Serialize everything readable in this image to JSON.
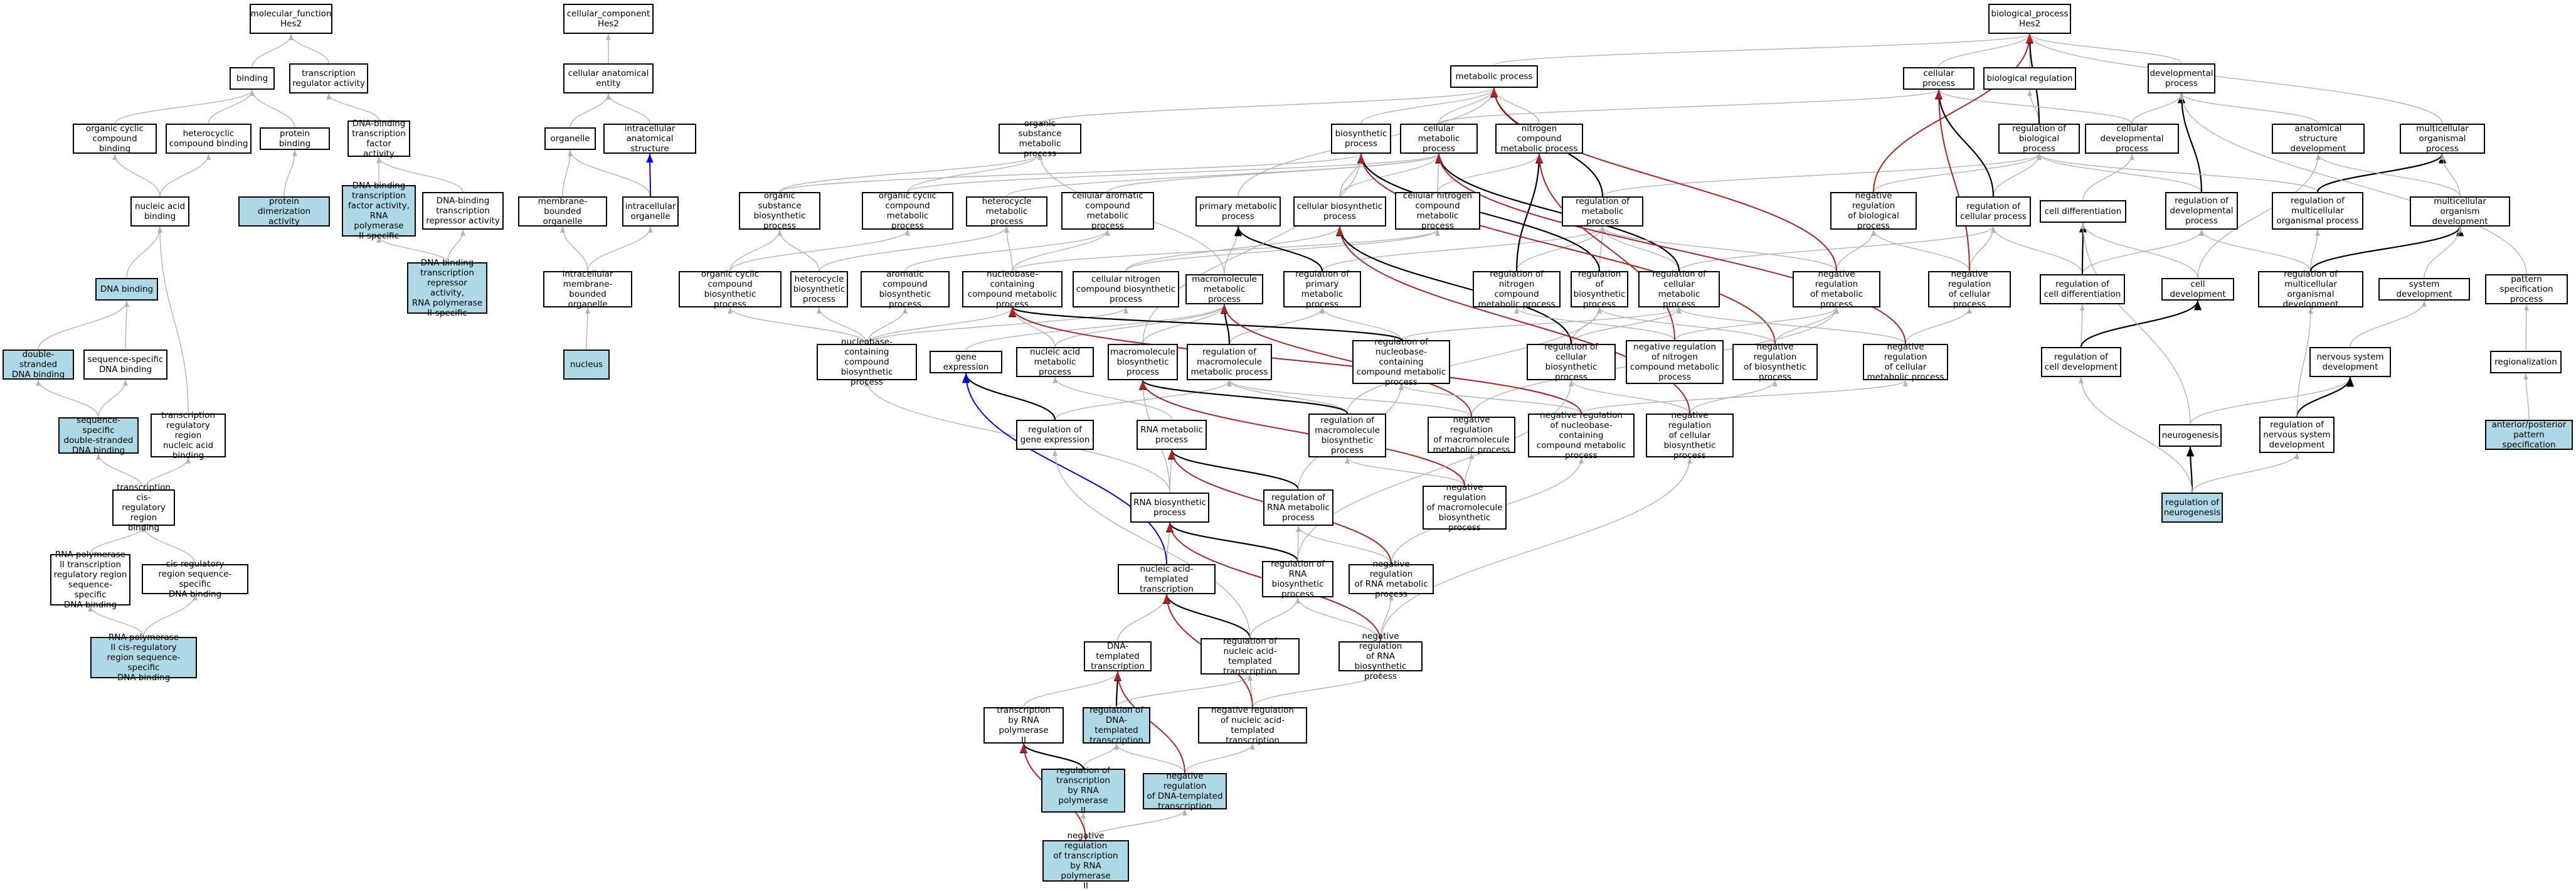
{
  "colors": {
    "highlight": "#add8e6",
    "is_a": "#b3b3b3",
    "part_of": "#000000",
    "regulates": "#000000",
    "positively_regulates": "#0000ff",
    "negatively_regulates": "#b22222"
  },
  "nodes": [
    {
      "id": "mf",
      "label": "molecular_function\nHes2",
      "hl": false
    },
    {
      "id": "binding",
      "label": "binding",
      "hl": false
    },
    {
      "id": "trans_reg_act",
      "label": "transcription\nregulator activity",
      "hl": false
    },
    {
      "id": "org_cyc_bind",
      "label": "organic cyclic\ncompound binding",
      "hl": false
    },
    {
      "id": "hetero_bind",
      "label": "heterocyclic\ncompound binding",
      "hl": false
    },
    {
      "id": "prot_bind",
      "label": "protein binding",
      "hl": false
    },
    {
      "id": "dbtf",
      "label": "DNA-binding\ntranscription\nfactor activity",
      "hl": false
    },
    {
      "id": "na_bind",
      "label": "nucleic acid\nbinding",
      "hl": false
    },
    {
      "id": "prot_dimer",
      "label": "protein dimerization\nactivity",
      "hl": true
    },
    {
      "id": "dbtf_pol2",
      "label": "DNA-binding\ntranscription\nfactor activity,\nRNA polymerase\nII-specific",
      "hl": true
    },
    {
      "id": "dbtr",
      "label": "DNA-binding\ntranscription\nrepressor activity",
      "hl": false
    },
    {
      "id": "dbtr_pol2",
      "label": "DNA-binding\ntranscription\nrepressor activity,\nRNA polymerase\nII-specific",
      "hl": true
    },
    {
      "id": "dna_bind",
      "label": "DNA binding",
      "hl": true
    },
    {
      "id": "ds_dna",
      "label": "double-stranded\nDNA binding",
      "hl": true
    },
    {
      "id": "ss_dna",
      "label": "sequence-specific\nDNA binding",
      "hl": false
    },
    {
      "id": "ssds_dna",
      "label": "sequence-specific\ndouble-stranded\nDNA binding",
      "hl": true
    },
    {
      "id": "trr_na",
      "label": "transcription\nregulatory region\nnucleic acid\nbinding",
      "hl": false
    },
    {
      "id": "tcis",
      "label": "transcription\ncis-regulatory\nregion binding",
      "hl": false
    },
    {
      "id": "pol2_trr",
      "label": "RNA polymerase\nII transcription\nregulatory region\nsequence-specific\nDNA binding",
      "hl": false
    },
    {
      "id": "cis_ss",
      "label": "cis-regulatory\nregion sequence-specific\nDNA binding",
      "hl": false
    },
    {
      "id": "pol2_cis",
      "label": "RNA polymerase\nII cis-regulatory\nregion sequence-specific\nDNA binding",
      "hl": true
    },
    {
      "id": "cc",
      "label": "cellular_component\nHes2",
      "hl": false
    },
    {
      "id": "cae",
      "label": "cellular anatomical\nentity",
      "hl": false
    },
    {
      "id": "organelle",
      "label": "organelle",
      "hl": false
    },
    {
      "id": "ias",
      "label": "intracellular\nanatomical structure",
      "hl": false
    },
    {
      "id": "mbo",
      "label": "membrane-bounded\norganelle",
      "hl": false
    },
    {
      "id": "io",
      "label": "intracellular\norganelle",
      "hl": false
    },
    {
      "id": "imbo",
      "label": "intracellular\nmembrane-bounded\norganelle",
      "hl": false
    },
    {
      "id": "nucleus",
      "label": "nucleus",
      "hl": true
    },
    {
      "id": "bp",
      "label": "biological_process\nHes2",
      "hl": false
    },
    {
      "id": "metab",
      "label": "metabolic process",
      "hl": false
    },
    {
      "id": "cell_proc",
      "label": "cellular process",
      "hl": false
    },
    {
      "id": "bio_reg",
      "label": "biological regulation",
      "hl": false
    },
    {
      "id": "dev_proc",
      "label": "developmental\nprocess",
      "hl": false
    },
    {
      "id": "osm",
      "label": "organic substance\nmetabolic process",
      "hl": false
    },
    {
      "id": "biosyn",
      "label": "biosynthetic\nprocess",
      "hl": false
    },
    {
      "id": "cell_metab",
      "label": "cellular metabolic\nprocess",
      "hl": false
    },
    {
      "id": "ncm",
      "label": "nitrogen compound\nmetabolic process",
      "hl": false
    },
    {
      "id": "rbp",
      "label": "regulation of\nbiological process",
      "hl": false
    },
    {
      "id": "cdp",
      "label": "cellular developmental\nprocess",
      "hl": false
    },
    {
      "id": "asd",
      "label": "anatomical structure\ndevelopment",
      "hl": false
    },
    {
      "id": "mop",
      "label": "multicellular\norganismal process",
      "hl": false
    },
    {
      "id": "osb",
      "label": "organic substance\nbiosynthetic\nprocess",
      "hl": false
    },
    {
      "id": "occm",
      "label": "organic cyclic\ncompound metabolic\nprocess",
      "hl": false
    },
    {
      "id": "hcm",
      "label": "heterocycle\nmetabolic process",
      "hl": false
    },
    {
      "id": "cacm",
      "label": "cellular aromatic\ncompound metabolic\nprocess",
      "hl": false
    },
    {
      "id": "pmp",
      "label": "primary metabolic\nprocess",
      "hl": false
    },
    {
      "id": "cbp",
      "label": "cellular biosynthetic\nprocess",
      "hl": false
    },
    {
      "id": "cncm",
      "label": "cellular nitrogen\ncompound metabolic\nprocess",
      "hl": false
    },
    {
      "id": "reg_metab",
      "label": "regulation of\nmetabolic process",
      "hl": false
    },
    {
      "id": "nrbp",
      "label": "negative regulation\nof biological\nprocess",
      "hl": false
    },
    {
      "id": "rcp",
      "label": "regulation of\ncellular process",
      "hl": false
    },
    {
      "id": "cell_diff",
      "label": "cell differentiation",
      "hl": false
    },
    {
      "id": "rdp",
      "label": "regulation of\ndevelopmental\nprocess",
      "hl": false
    },
    {
      "id": "rmop",
      "label": "regulation of\nmulticellular\norganismal process",
      "hl": false
    },
    {
      "id": "mod",
      "label": "multicellular\norganism development",
      "hl": false
    },
    {
      "id": "occb",
      "label": "organic cyclic\ncompound biosynthetic\nprocess",
      "hl": false
    },
    {
      "id": "hcb",
      "label": "heterocycle\nbiosynthetic\nprocess",
      "hl": false
    },
    {
      "id": "acb",
      "label": "aromatic compound\nbiosynthetic\nprocess",
      "hl": false
    },
    {
      "id": "nccm",
      "label": "nucleobase-containing\ncompound metabolic\nprocess",
      "hl": false
    },
    {
      "id": "cncb",
      "label": "cellular nitrogen\ncompound biosynthetic\nprocess",
      "hl": false
    },
    {
      "id": "mmp",
      "label": "macromolecule\nmetabolic process",
      "hl": false
    },
    {
      "id": "rpmp",
      "label": "regulation of\nprimary metabolic\nprocess",
      "hl": false
    },
    {
      "id": "rncm",
      "label": "regulation of\nnitrogen compound\nmetabolic process",
      "hl": false
    },
    {
      "id": "rbsp",
      "label": "regulation of\nbiosynthetic\nprocess",
      "hl": false
    },
    {
      "id": "rcmp",
      "label": "regulation of\ncellular metabolic\nprocess",
      "hl": false
    },
    {
      "id": "nrmp",
      "label": "negative regulation\nof metabolic\nprocess",
      "hl": false
    },
    {
      "id": "nrcp",
      "label": "negative regulation\nof cellular\nprocess",
      "hl": false
    },
    {
      "id": "rcd",
      "label": "regulation of\ncell differentiation",
      "hl": false
    },
    {
      "id": "cell_dev",
      "label": "cell development",
      "hl": false
    },
    {
      "id": "rmod",
      "label": "regulation of\nmulticellular\norganismal development",
      "hl": false
    },
    {
      "id": "sys_dev",
      "label": "system development",
      "hl": false
    },
    {
      "id": "psp",
      "label": "pattern specification\nprocess",
      "hl": false
    },
    {
      "id": "nccb",
      "label": "nucleobase-containing\ncompound biosynthetic\nprocess",
      "hl": false
    },
    {
      "id": "gene_exp",
      "label": "gene expression",
      "hl": false
    },
    {
      "id": "namp",
      "label": "nucleic acid\nmetabolic process",
      "hl": false
    },
    {
      "id": "mbsp",
      "label": "macromolecule\nbiosynthetic\nprocess",
      "hl": false
    },
    {
      "id": "rmmp",
      "label": "regulation of\nmacromolecule\nmetabolic process",
      "hl": false
    },
    {
      "id": "rnccm",
      "label": "regulation of\nnucleobase-containing\ncompound metabolic\nprocess",
      "hl": false
    },
    {
      "id": "rcbp",
      "label": "regulation of\ncellular biosynthetic\nprocess",
      "hl": false
    },
    {
      "id": "nrncm",
      "label": "negative regulation\nof nitrogen\ncompound metabolic\nprocess",
      "hl": false
    },
    {
      "id": "nrbsp",
      "label": "negative regulation\nof biosynthetic\nprocess",
      "hl": false
    },
    {
      "id": "nrcmp",
      "label": "negative regulation\nof cellular\nmetabolic process",
      "hl": false
    },
    {
      "id": "rcdev",
      "label": "regulation of\ncell development",
      "hl": false
    },
    {
      "id": "nsd",
      "label": "nervous system\ndevelopment",
      "hl": false
    },
    {
      "id": "regionalization",
      "label": "regionalization",
      "hl": false
    },
    {
      "id": "rge",
      "label": "regulation of\ngene expression",
      "hl": false
    },
    {
      "id": "rna_mp",
      "label": "RNA metabolic\nprocess",
      "hl": false
    },
    {
      "id": "rmbsp",
      "label": "regulation of\nmacromolecule\nbiosynthetic\nprocess",
      "hl": false
    },
    {
      "id": "nrmmp",
      "label": "negative regulation\nof macromolecule\nmetabolic process",
      "hl": false
    },
    {
      "id": "nrnccm",
      "label": "negative regulation\nof nucleobase-containing\ncompound metabolic\nprocess",
      "hl": false
    },
    {
      "id": "nrcbp",
      "label": "negative regulation\nof cellular\nbiosynthetic\nprocess",
      "hl": false
    },
    {
      "id": "neurogenesis",
      "label": "neurogenesis",
      "hl": false
    },
    {
      "id": "rnsd",
      "label": "regulation of\nnervous system\ndevelopment",
      "hl": false
    },
    {
      "id": "ap_ps",
      "label": "anterior/posterior\npattern specification",
      "hl": true
    },
    {
      "id": "rna_bp",
      "label": "RNA biosynthetic\nprocess",
      "hl": false
    },
    {
      "id": "r_rnamp",
      "label": "regulation of\nRNA metabolic\nprocess",
      "hl": false
    },
    {
      "id": "nrmbsp",
      "label": "negative regulation\nof macromolecule\nbiosynthetic\nprocess",
      "hl": false
    },
    {
      "id": "reg_neuro",
      "label": "regulation of\nneurogenesis",
      "hl": true
    },
    {
      "id": "na_tt",
      "label": "nucleic acid-templated\ntranscription",
      "hl": false
    },
    {
      "id": "r_rnabp",
      "label": "regulation of\nRNA biosynthetic\nprocess",
      "hl": false
    },
    {
      "id": "nr_rnamp",
      "label": "negative regulation\nof RNA metabolic\nprocess",
      "hl": false
    },
    {
      "id": "dna_tt",
      "label": "DNA-templated\ntranscription",
      "hl": false
    },
    {
      "id": "r_natt",
      "label": "regulation of\nnucleic acid-templated\ntranscription",
      "hl": false
    },
    {
      "id": "nr_rnabp",
      "label": "negative regulation\nof RNA biosynthetic\nprocess",
      "hl": false
    },
    {
      "id": "t_pol",
      "label": "transcription\nby RNA polymerase\nII",
      "hl": false
    },
    {
      "id": "r_dtt",
      "label": "regulation of\nDNA-templated\ntranscription",
      "hl": true
    },
    {
      "id": "nr_natt",
      "label": "negative regulation\nof nucleic acid-templated\ntranscription",
      "hl": false
    },
    {
      "id": "r_tpol",
      "label": "regulation of\ntranscription\nby RNA polymerase\nII",
      "hl": true
    },
    {
      "id": "nr_dtt",
      "label": "negative regulation\nof DNA-templated\ntranscription",
      "hl": true
    },
    {
      "id": "nr_tpol",
      "label": "negative regulation\nof transcription\nby RNA polymerase\nII",
      "hl": true
    }
  ]
}
